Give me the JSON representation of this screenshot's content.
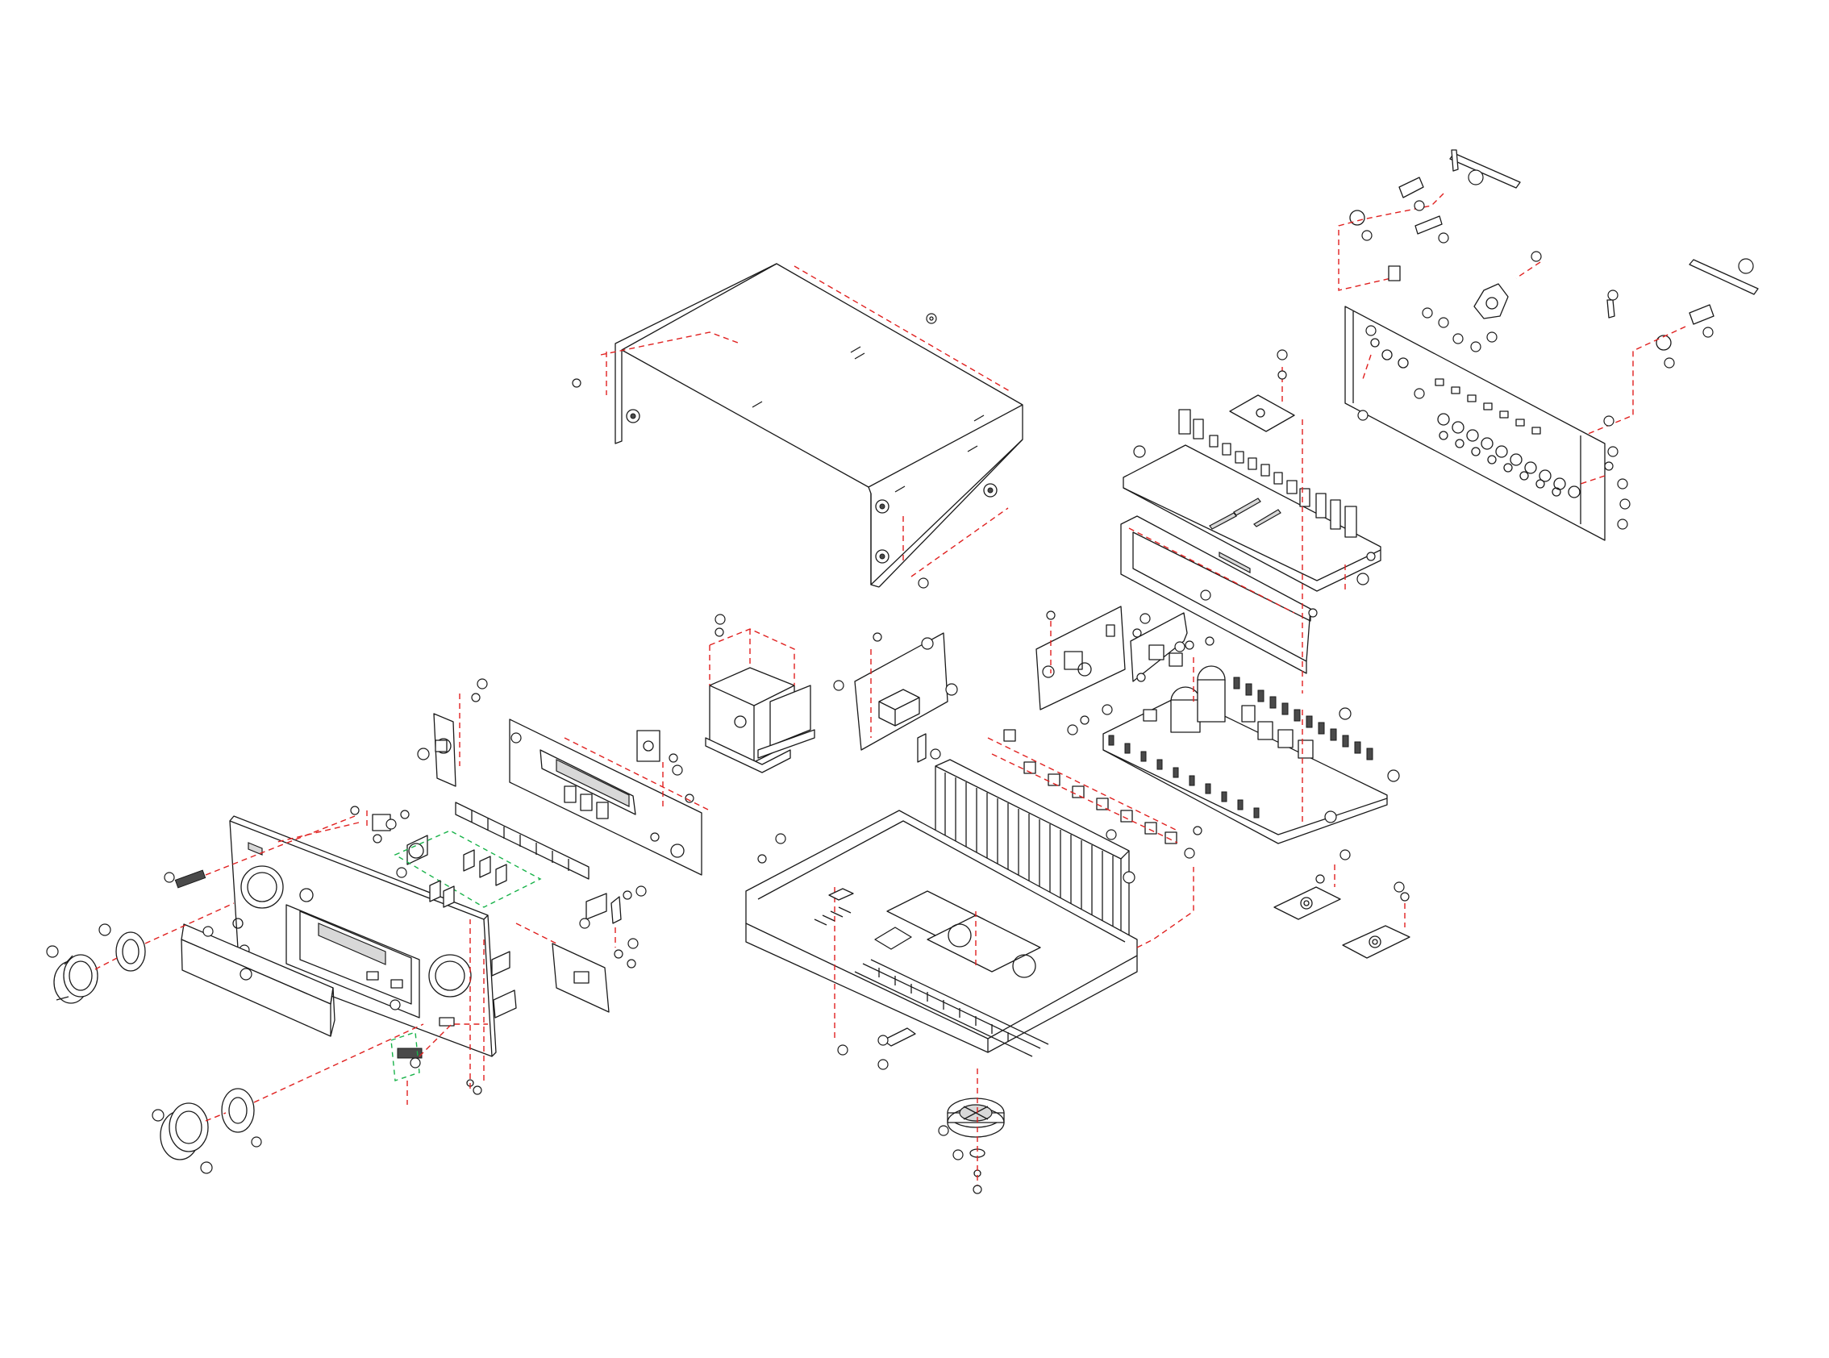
{
  "diagram": {
    "type": "exploded-view",
    "subject": "av-receiver",
    "colors": {
      "outline": "#1a1a1a",
      "leader_lines": "#e0201f",
      "group_outline": "#19b34a",
      "background": "#ffffff"
    },
    "balloon_labels": "",
    "assemblies": [
      "top-cover",
      "rear-panel",
      "antenna",
      "main-board",
      "power-transformer",
      "power-board",
      "amp-board",
      "heatsink",
      "chassis",
      "front-panel",
      "display-board",
      "volume-knob",
      "selector-knob",
      "door-panel",
      "foot"
    ]
  }
}
